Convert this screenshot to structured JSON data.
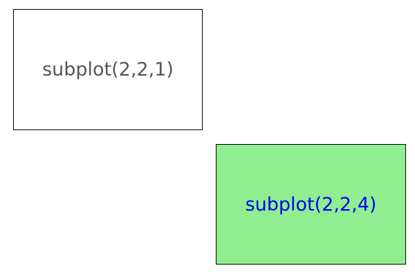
{
  "figure": {
    "background_color": "#ffffff",
    "subplots": [
      {
        "name": "subplot(2,2,1)",
        "label": "subplot(2,2,1)",
        "fill_color": "#ffffff",
        "edge_color": "#000000",
        "label_color": "#555555",
        "grid_position": "row 1, col 1 of 2x2"
      },
      {
        "name": "subplot(2,2,4)",
        "label": "subplot(2,2,4)",
        "fill_color": "#90ee90",
        "edge_color": "#000000",
        "label_color": "#0000ee",
        "grid_position": "row 2, col 2 of 2x2"
      }
    ]
  }
}
